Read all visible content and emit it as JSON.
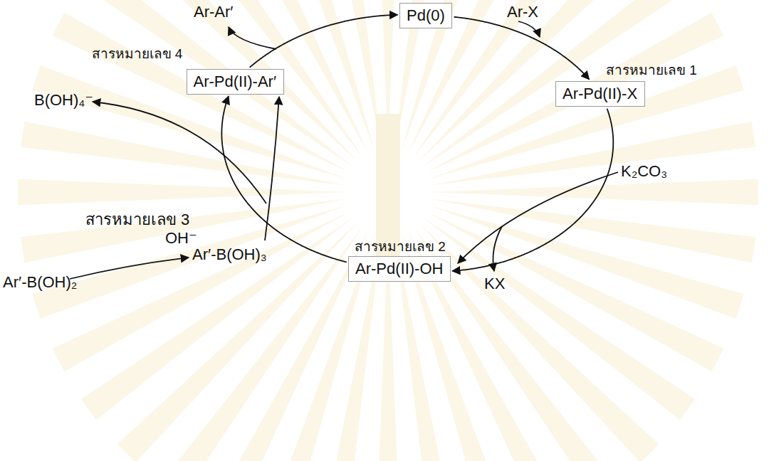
{
  "diagram": {
    "nodes": [
      {
        "text": [
          "Pd(0)"
        ]
      },
      {
        "text": [
          "สารหมายเลข 1",
          "Ar-Pd(II)-X"
        ]
      },
      {
        "text": [
          "สารหมายเลข 2",
          "Ar-Pd(II)-OH"
        ]
      },
      {
        "text": [
          "สารหมายเลข 4",
          "Ar-Pd(II)-Ar′"
        ]
      }
    ],
    "edges": [
      {
        "from": 0,
        "to": 1,
        "arrow": "to"
      },
      {
        "from": 1,
        "to": 2,
        "arrow": "to"
      },
      {
        "from": 2,
        "to": 3,
        "arrow": "to"
      },
      {
        "from": 3,
        "to": 0,
        "arrow": "to"
      }
    ],
    "labels": [
      "Ar-Ar′",
      "Ar-X",
      "K₂CO₃",
      "KX",
      "B(OH)₄⁻",
      "OH⁻",
      "Ar′-B(OH)₃",
      "สารหมายเลข 3",
      "Ar′-B(OH)₂"
    ]
  }
}
